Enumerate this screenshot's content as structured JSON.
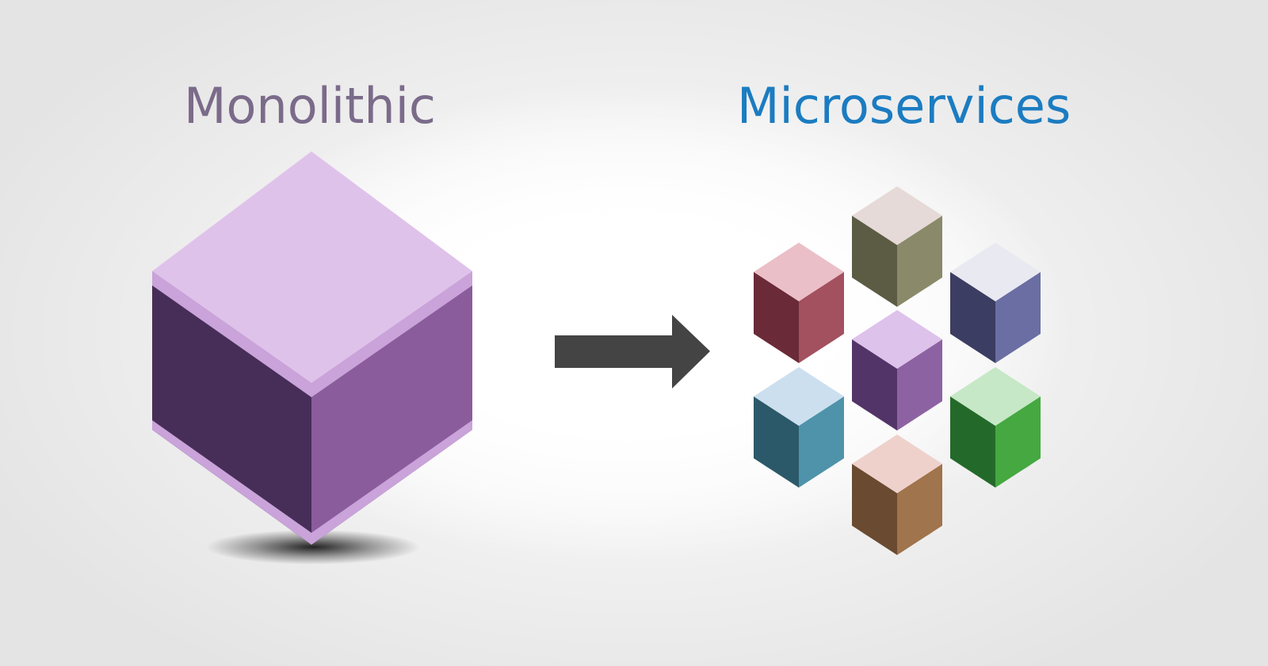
{
  "labels": {
    "monolithic": "Monolithic",
    "microservices": "Microservices"
  },
  "colors": {
    "monolithic_text": "#7b6b8a",
    "microservices_text": "#1b7cc1",
    "arrow": "#444444"
  },
  "big_cube": {
    "top": "#dfc2ea",
    "left": "#472e58",
    "right": "#8b5c9c",
    "rim": "#c9a3d9"
  },
  "small_cubes": [
    {
      "name": "red",
      "top": "#ebbfc7",
      "left": "#6a2a38",
      "right": "#a3505f"
    },
    {
      "name": "olive",
      "top": "#e6dad8",
      "left": "#5c5c45",
      "right": "#8a8a6a"
    },
    {
      "name": "slate",
      "top": "#e9e9f1",
      "left": "#3c3d62",
      "right": "#6a6ea3"
    },
    {
      "name": "purple",
      "top": "#ddc2ec",
      "left": "#533468",
      "right": "#8d62a2"
    },
    {
      "name": "teal",
      "top": "#ccdfef",
      "left": "#2c5969",
      "right": "#4e93aa"
    },
    {
      "name": "green",
      "top": "#c6e8c6",
      "left": "#236a2a",
      "right": "#45a840"
    },
    {
      "name": "brown",
      "top": "#efd1cc",
      "left": "#6a4a30",
      "right": "#a0744c"
    }
  ]
}
